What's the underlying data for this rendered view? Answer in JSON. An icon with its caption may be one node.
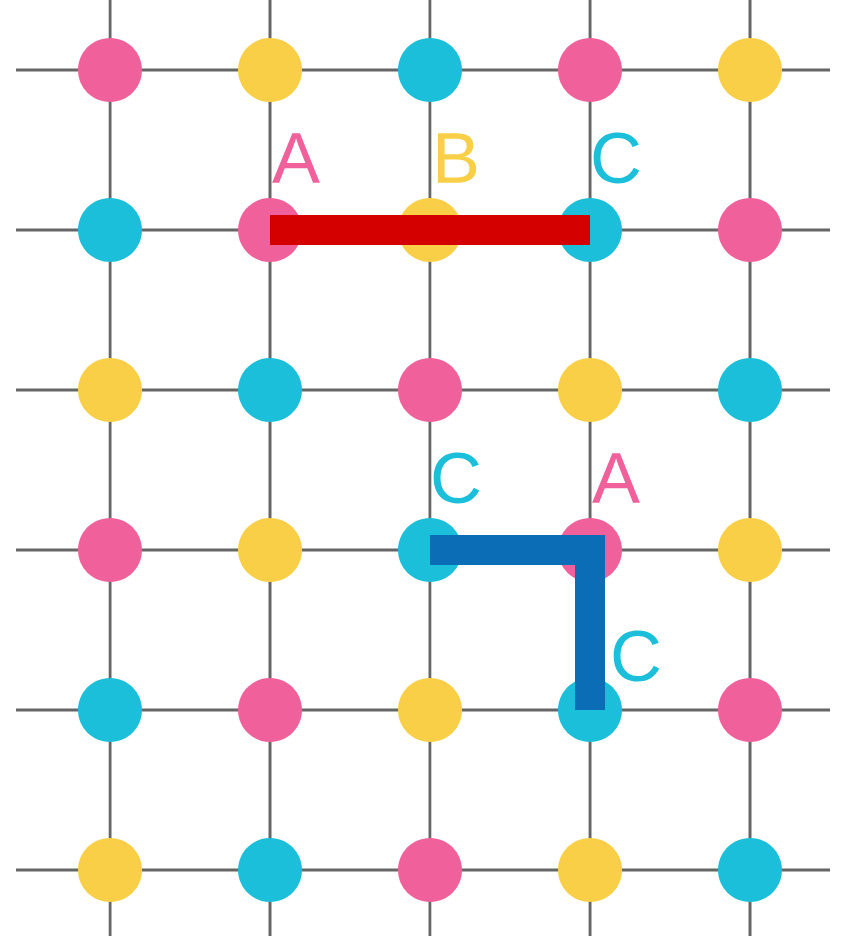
{
  "diagram": {
    "nodes": [
      {
        "text": [],
        "shape": "circle"
      },
      {
        "text": [],
        "shape": "circle"
      },
      {
        "text": [],
        "shape": "circle"
      },
      {
        "text": [],
        "shape": "circle"
      },
      {
        "text": [],
        "shape": "circle"
      },
      {
        "text": [],
        "shape": "circle"
      },
      {
        "text": [],
        "shape": "circle",
        "beside": [
          "A"
        ]
      },
      {
        "text": [],
        "shape": "circle",
        "beside": [
          "B"
        ]
      },
      {
        "text": [],
        "shape": "circle",
        "beside": [
          "C"
        ]
      },
      {
        "text": [],
        "shape": "circle"
      },
      {
        "text": [],
        "shape": "circle"
      },
      {
        "text": [],
        "shape": "circle"
      },
      {
        "text": [],
        "shape": "circle"
      },
      {
        "text": [],
        "shape": "circle"
      },
      {
        "text": [],
        "shape": "circle"
      },
      {
        "text": [],
        "shape": "circle"
      },
      {
        "text": [],
        "shape": "circle"
      },
      {
        "text": [],
        "shape": "circle",
        "beside": [
          "C"
        ]
      },
      {
        "text": [],
        "shape": "circle",
        "beside": [
          "A"
        ]
      },
      {
        "text": [],
        "shape": "circle"
      },
      {
        "text": [],
        "shape": "circle"
      },
      {
        "text": [],
        "shape": "circle"
      },
      {
        "text": [],
        "shape": "circle"
      },
      {
        "text": [],
        "shape": "circle",
        "beside": [
          "C"
        ]
      },
      {
        "text": [],
        "shape": "circle"
      },
      {
        "text": [],
        "shape": "circle"
      },
      {
        "text": [],
        "shape": "circle"
      },
      {
        "text": [],
        "shape": "circle"
      },
      {
        "text": [],
        "shape": "circle"
      },
      {
        "text": [],
        "shape": "circle"
      }
    ],
    "edges": [
      {
        "from": 6,
        "to": 7,
        "arrow": "none",
        "color": "#d40000"
      },
      {
        "from": 7,
        "to": 8,
        "arrow": "none",
        "color": "#d40000"
      },
      {
        "from": 17,
        "to": 18,
        "arrow": "none",
        "color": "#0a6db5"
      },
      {
        "from": 18,
        "to": 23,
        "arrow": "none",
        "color": "#0a6db5"
      }
    ]
  }
}
